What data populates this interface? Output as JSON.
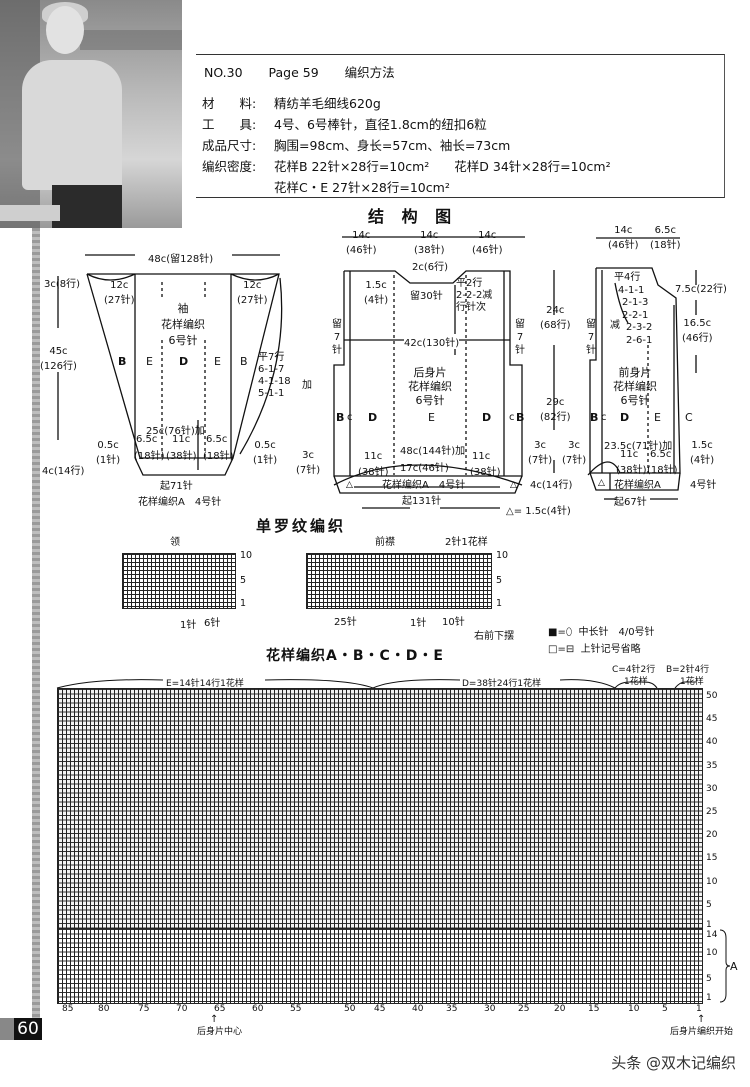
{
  "header": {
    "number": "NO.30",
    "page": "Page 59",
    "title": "编织方法"
  },
  "specs": [
    {
      "label": "材　　料:",
      "value": "精纺羊毛细线620g"
    },
    {
      "label": "工　　具:",
      "value": "4号、6号棒针，直径1.8cm的纽扣6粒"
    },
    {
      "label": "成品尺寸:",
      "value": "胸围=98cm、身长=57cm、袖长=73cm"
    },
    {
      "label": "编织密度:",
      "value": "花样B 22针×28行=10cm²　　花样D 34针×28行=10cm²"
    },
    {
      "label": "",
      "value": "花样C・E 27针×28行=10cm²"
    }
  ],
  "structure": {
    "title": "结 构 图",
    "sleeve": {
      "top_width": "48c(留128针)",
      "top_left": "12c\n(27针)",
      "top_left_l1": "12c",
      "top_left_l2": "(27针)",
      "top_right_l1": "12c",
      "top_right_l2": "(27针)",
      "cap_height": "3c(8行)",
      "length_l1": "45c",
      "length_l2": "(126行)",
      "cuff_height": "4c(14行)",
      "name": "袖",
      "pattern": "花样编织",
      "needle": "6号针",
      "sections": [
        "B",
        "E",
        "D",
        "E",
        "B"
      ],
      "increase": [
        "平7行",
        "6-1-7",
        "4-1-18",
        "5-1-1"
      ],
      "increase_mark": "加",
      "bottom_width": "25c(76针)加",
      "bottom_parts": [
        "6.5c",
        "11c",
        "6.5c"
      ],
      "bottom_parts_sts": [
        "(18针)",
        "(38针)",
        "(18针)"
      ],
      "side_left_l1": "0.5c",
      "side_left_l2": "(1针)",
      "side_right_l1": "0.5c",
      "side_right_l2": "(1针)",
      "cast_on": "起71针",
      "cuff_pattern": "花样编织A　4号针"
    },
    "back": {
      "top_parts": [
        "14c",
        "14c",
        "14c"
      ],
      "top_parts_sts": [
        "(46针)",
        "(38针)",
        "(46针)"
      ],
      "neck_depth": "2c(6行)",
      "neck_side_l1": "1.5c",
      "neck_side_l2": "(4针)",
      "neck_hold": "留30针",
      "neck_dec": [
        "平2行",
        "2-2-2减",
        "行针次"
      ],
      "hold_left": [
        "留",
        "7",
        "针"
      ],
      "hold_right": [
        "留",
        "7",
        "针"
      ],
      "chest": "42c(130针)",
      "name": "后身片",
      "pattern": "花样编织",
      "needle": "6号针",
      "sections": [
        "B",
        "c",
        "D",
        "E",
        "D",
        "c",
        "B"
      ],
      "armhole_l1": "24c",
      "armhole_l2": "(68行)",
      "side_l1": "29c",
      "side_l2": "(82行)",
      "hem_width": "48c(144针)加",
      "hem_parts": [
        "11c",
        "17c(46针)",
        "11c"
      ],
      "hem_parts_sts": [
        "(38针)",
        "(38针)"
      ],
      "side_inc_left_l1": "3c",
      "side_inc_left_l2": "(7针)",
      "side_inc_right_l1": "3c",
      "side_inc_right_l2": "(7针)",
      "hem_pattern": "花样编织A　4号针",
      "hem_height": "4c(14行)",
      "cast_on": "起131针",
      "triangle_note": "△= 1.5c(4针)"
    },
    "front": {
      "top_parts": [
        "14c",
        "6.5c"
      ],
      "top_parts_sts": [
        "(46针)",
        "(18针)"
      ],
      "neck_dec": [
        "平4行",
        "4-1-1",
        "2-1-3",
        "2-2-1",
        "2-3-2",
        "2-6-1"
      ],
      "neck_dec_mark": "减",
      "neck_depth": "7.5c(22行)",
      "armhole_l1": "16.5c",
      "armhole_l2": "(46行)",
      "hold": [
        "留",
        "7",
        "针"
      ],
      "name": "前身片",
      "pattern": "花样编织",
      "needle": "6号针",
      "sections": [
        "B",
        "c",
        "D",
        "E"
      ],
      "edge_label": "C",
      "hem_width": "23.5c(71针)加",
      "hem_parts": [
        "11c",
        "6.5c"
      ],
      "hem_parts_sts": [
        "(38针)",
        "(18针)"
      ],
      "side_inc_l1": "3c",
      "side_inc_l2": "(7针)",
      "band_l1": "1.5c",
      "band_l2": "(4针)",
      "hem_pattern": "花样编织A",
      "needle_small": "4号针",
      "cast_on": "起67针"
    }
  },
  "rib": {
    "title": "单罗纹编织",
    "collar": {
      "label": "领",
      "rows": [
        "10",
        "5",
        "1"
      ],
      "bottom": [
        "1针",
        "6针"
      ]
    },
    "front_band": {
      "label": "前襟",
      "repeat": "2针1花样",
      "rows": [
        "10",
        "5",
        "1"
      ],
      "bottom": [
        "25针",
        "1针",
        "10针"
      ],
      "start": "右前下摆"
    }
  },
  "legend": [
    {
      "symbol": "■=⬯",
      "text": "中长针　4/0号针"
    },
    {
      "symbol": "□=⊟",
      "text": "上针记号省略"
    }
  ],
  "pattern_chart": {
    "title": "花样编织A・B・C・D・E",
    "repeat_E": "E=14针14行1花样",
    "repeat_D": "D=38针24行1花样",
    "repeat_C": "C=4针2行",
    "repeat_C2": "1花样",
    "repeat_B": "B=2针4行",
    "repeat_B2": "1花样",
    "row_labels_upper": [
      "50",
      "45",
      "40",
      "35",
      "30",
      "25",
      "20",
      "15",
      "10",
      "5",
      "1"
    ],
    "row_labels_lower": [
      "14",
      "10",
      "5",
      "1"
    ],
    "ribbing_label": "A",
    "stitch_labels": [
      "85",
      "80",
      "75",
      "70",
      "65",
      "60",
      "55",
      "50",
      "45",
      "40",
      "35",
      "30",
      "25",
      "20",
      "15",
      "10",
      "5",
      "1"
    ],
    "center_note": "后身片中心",
    "start_note": "后身片编织开始"
  },
  "footer": {
    "page_number": "60",
    "watermark": "头条 @双木记编织"
  }
}
